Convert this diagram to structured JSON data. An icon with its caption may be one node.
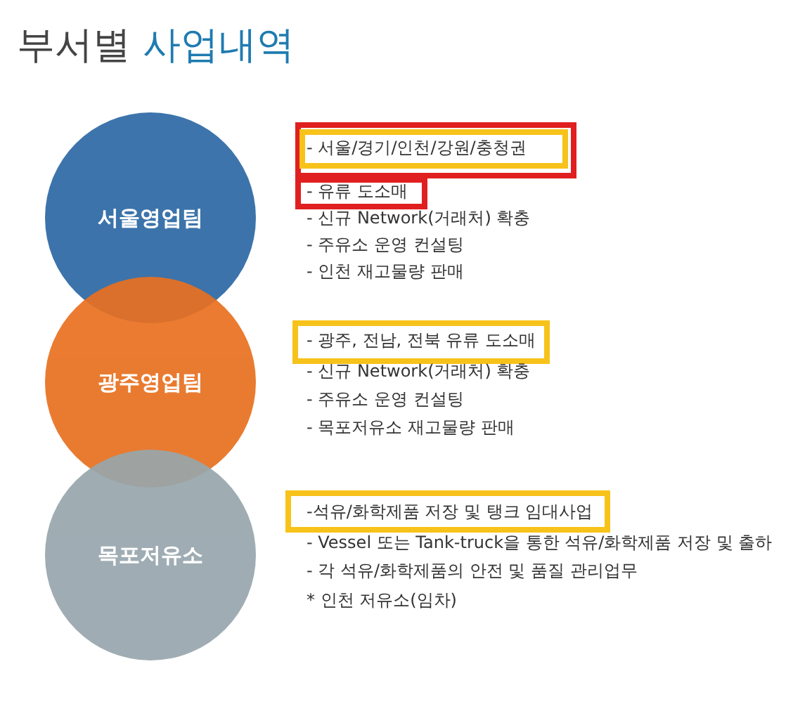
{
  "diagram": {
    "title": "부서별 사업내역",
    "nodes": [
      {
        "text": [
          "서울영업팀"
        ],
        "beside": [
          "- 서울/경기/인천/강원/충청권",
          "- 유류 도소매",
          "- 신규 Network(거래처) 확충",
          "- 주유소 운영 컨설팅",
          "- 인천 재고물량 판매"
        ]
      },
      {
        "text": [
          "광주영업팀"
        ],
        "beside": [
          "- 광주, 전남, 전북 유류 도소매",
          "- 신규 Network(거래처) 확충",
          "- 주유소 운영 컨설팅",
          "- 목포저유소 재고물량 판매"
        ]
      },
      {
        "text": [
          "목포저유소"
        ],
        "beside": [
          "-석유/화학제품 저장 및 탱크 임대사업",
          "- Vessel 또는 Tank-truck을 통한 석유/화학제품 저장 및 출하",
          "- 각 석유/화학제품의 안전 및 품질 관리업무",
          "* 인천 저유소(임차)"
        ]
      }
    ]
  }
}
